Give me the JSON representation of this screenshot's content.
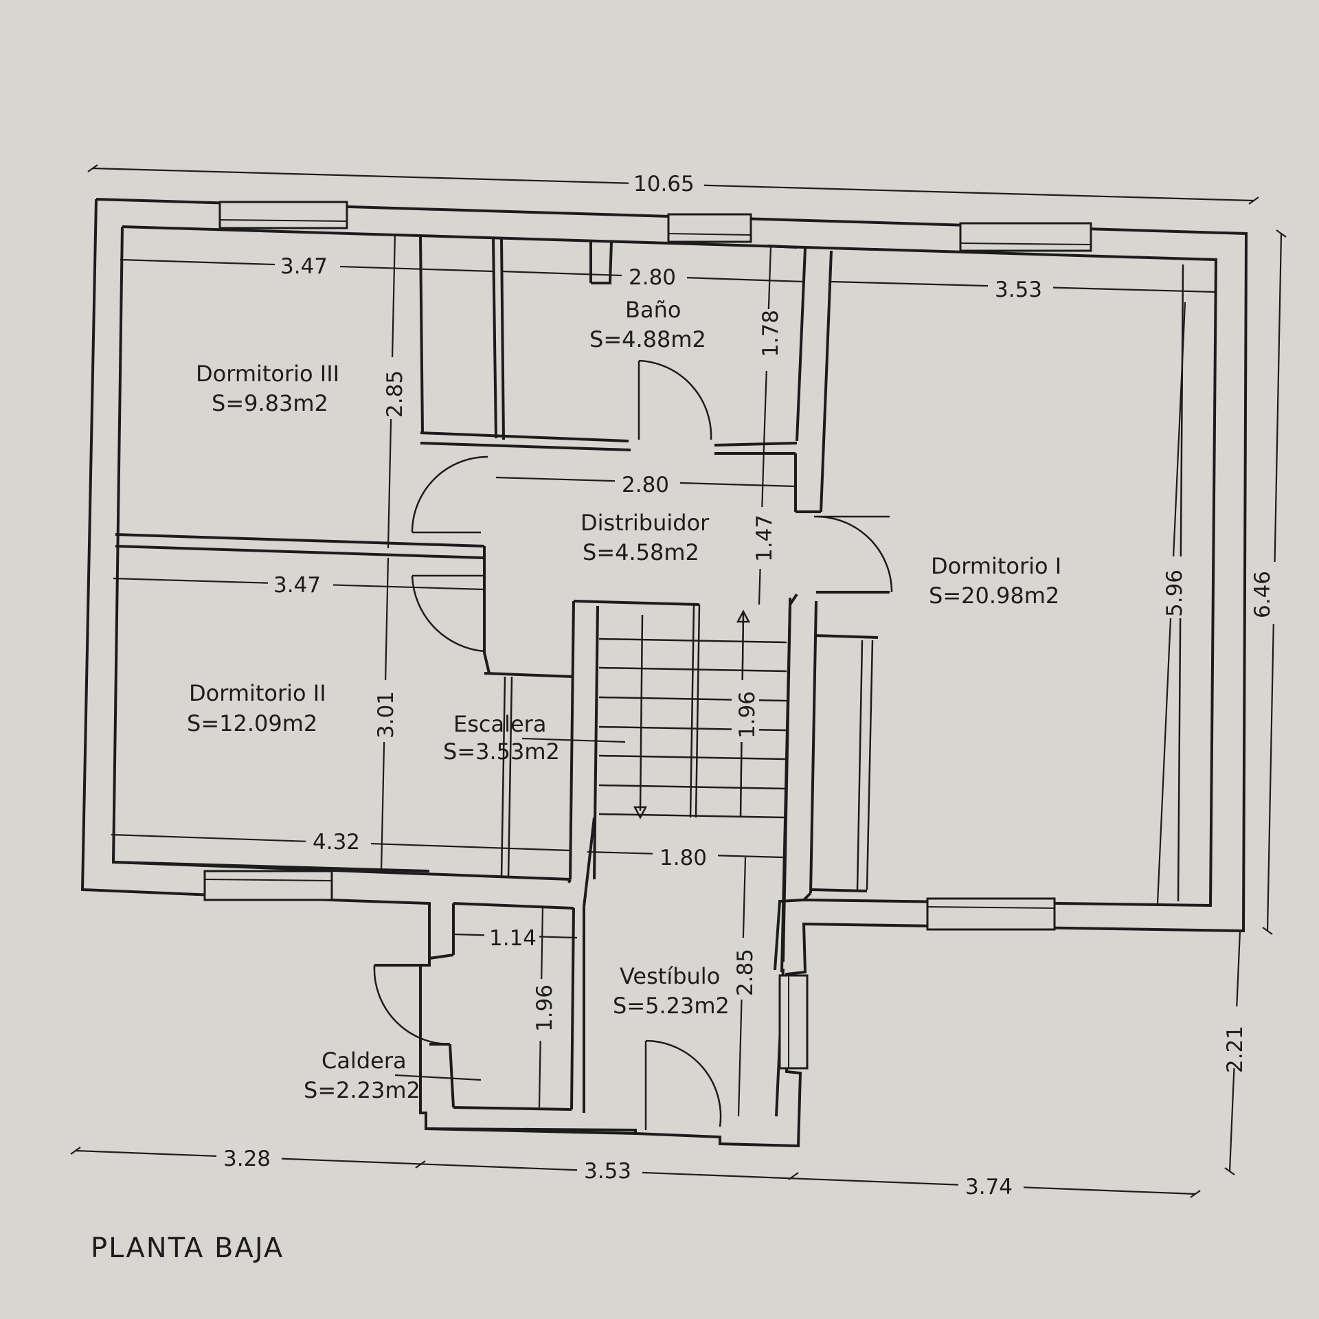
{
  "title": "PLANTA BAJA",
  "rooms": [
    {
      "name": "Dormitorio III",
      "area": "S=9.83m2"
    },
    {
      "name": "Baño",
      "area": "S=4.88m2"
    },
    {
      "name": "Dormitorio I",
      "area": "S=20.98m2"
    },
    {
      "name": "Distribuidor",
      "area": "S=4.58m2"
    },
    {
      "name": "Dormitorio II",
      "area": "S=12.09m2"
    },
    {
      "name": "Escalera",
      "area": "S=3.53m2"
    },
    {
      "name": "Vestíbulo",
      "area": "S=5.23m2"
    },
    {
      "name": "Caldera",
      "area": "S=2.23m2"
    }
  ],
  "dimensions": {
    "overall_width": "10.65",
    "overall_height": "6.46",
    "bottom_right_height": "2.21",
    "bottom_left": "3.28",
    "bottom_middle": "3.53",
    "bottom_right": "3.74",
    "dorm3_width": "3.47",
    "dorm3_height": "2.85",
    "bano_width": "2.80",
    "bano_height": "1.78",
    "dorm1_width": "3.53",
    "dorm1_height": "5.96",
    "distribuidor_width": "2.80",
    "distribuidor_height": "1.47",
    "dorm2_width": "3.47",
    "dorm2_height": "3.01",
    "dorm2_bottom": "4.32",
    "escalera_height": "1.96",
    "vestibulo_width": "1.80",
    "vestibulo_height": "2.85",
    "caldera_width": "1.14",
    "caldera_height": "1.96"
  }
}
